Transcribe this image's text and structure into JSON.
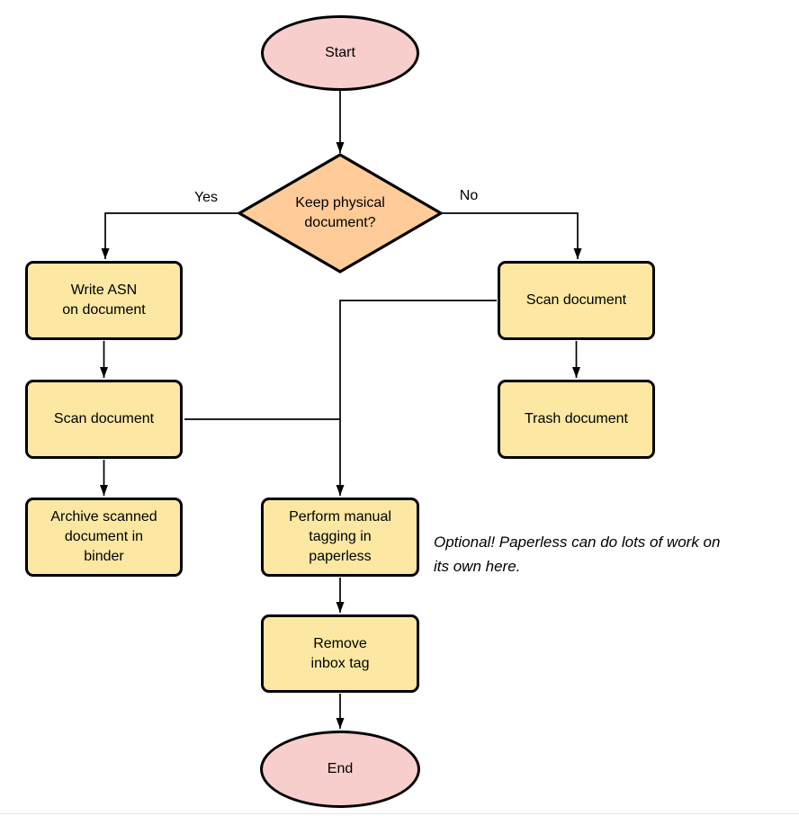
{
  "diagram": {
    "nodes": {
      "start": {
        "label": "Start"
      },
      "decision": {
        "label": "Keep physical\ndocument?"
      },
      "write_asn": {
        "label": "Write ASN\non document"
      },
      "scan_left": {
        "label": "Scan document"
      },
      "archive": {
        "label": "Archive scanned\ndocument in\nbinder"
      },
      "scan_right": {
        "label": "Scan document"
      },
      "trash": {
        "label": "Trash document"
      },
      "tagging": {
        "label": "Perform manual\ntagging in\npaperless"
      },
      "remove_inbox": {
        "label": "Remove\ninbox tag"
      },
      "end": {
        "label": "End"
      }
    },
    "edge_labels": {
      "yes": "Yes",
      "no": "No"
    },
    "annotation": "Optional! Paperless can do lots of work on\nits own here.",
    "colors": {
      "terminal_fill": "#f8cecc",
      "decision_fill": "#ffcc99",
      "process_fill": "#fce8a3",
      "stroke": "#000000"
    }
  }
}
